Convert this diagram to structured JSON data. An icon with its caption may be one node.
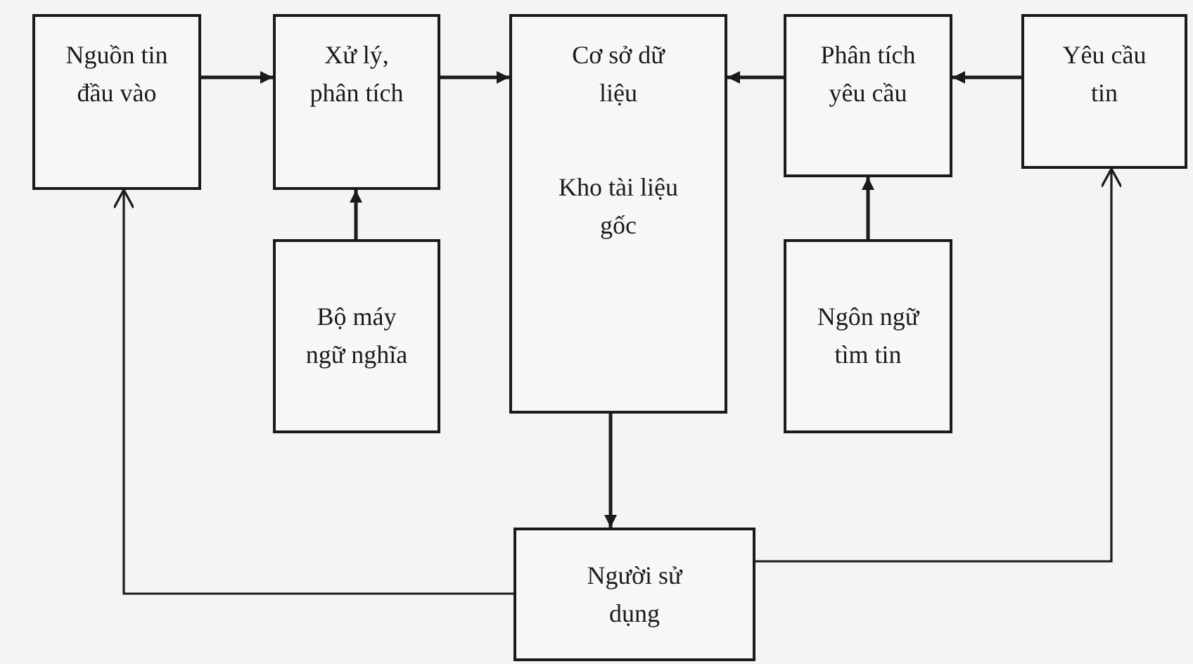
{
  "diagram": {
    "nodes": [
      {
        "text": [
          "Nguồn tin đầu vào"
        ]
      },
      {
        "text": [
          "Xử lý, phân tích"
        ]
      },
      {
        "text": [
          "Cơ sở dữ liệu",
          "Kho tài liệu gốc"
        ]
      },
      {
        "text": [
          "Phân tích yêu cầu"
        ]
      },
      {
        "text": [
          "Yêu cầu tin"
        ]
      },
      {
        "text": [
          "Bộ máy ngữ nghĩa"
        ]
      },
      {
        "text": [
          "Ngôn ngữ tìm tin"
        ]
      },
      {
        "text": [
          "Người sử dụng"
        ]
      }
    ],
    "edges": [
      {
        "from": 0,
        "to": 1,
        "arrow": "to"
      },
      {
        "from": 1,
        "to": 2,
        "arrow": "to"
      },
      {
        "from": 4,
        "to": 3,
        "arrow": "to"
      },
      {
        "from": 3,
        "to": 2,
        "arrow": "to"
      },
      {
        "from": 5,
        "to": 1,
        "arrow": "to"
      },
      {
        "from": 6,
        "to": 3,
        "arrow": "to"
      },
      {
        "from": 2,
        "to": 7,
        "arrow": "to"
      },
      {
        "from": 7,
        "to": 0,
        "arrow": "to"
      },
      {
        "from": 7,
        "to": 4,
        "arrow": "to"
      }
    ]
  }
}
